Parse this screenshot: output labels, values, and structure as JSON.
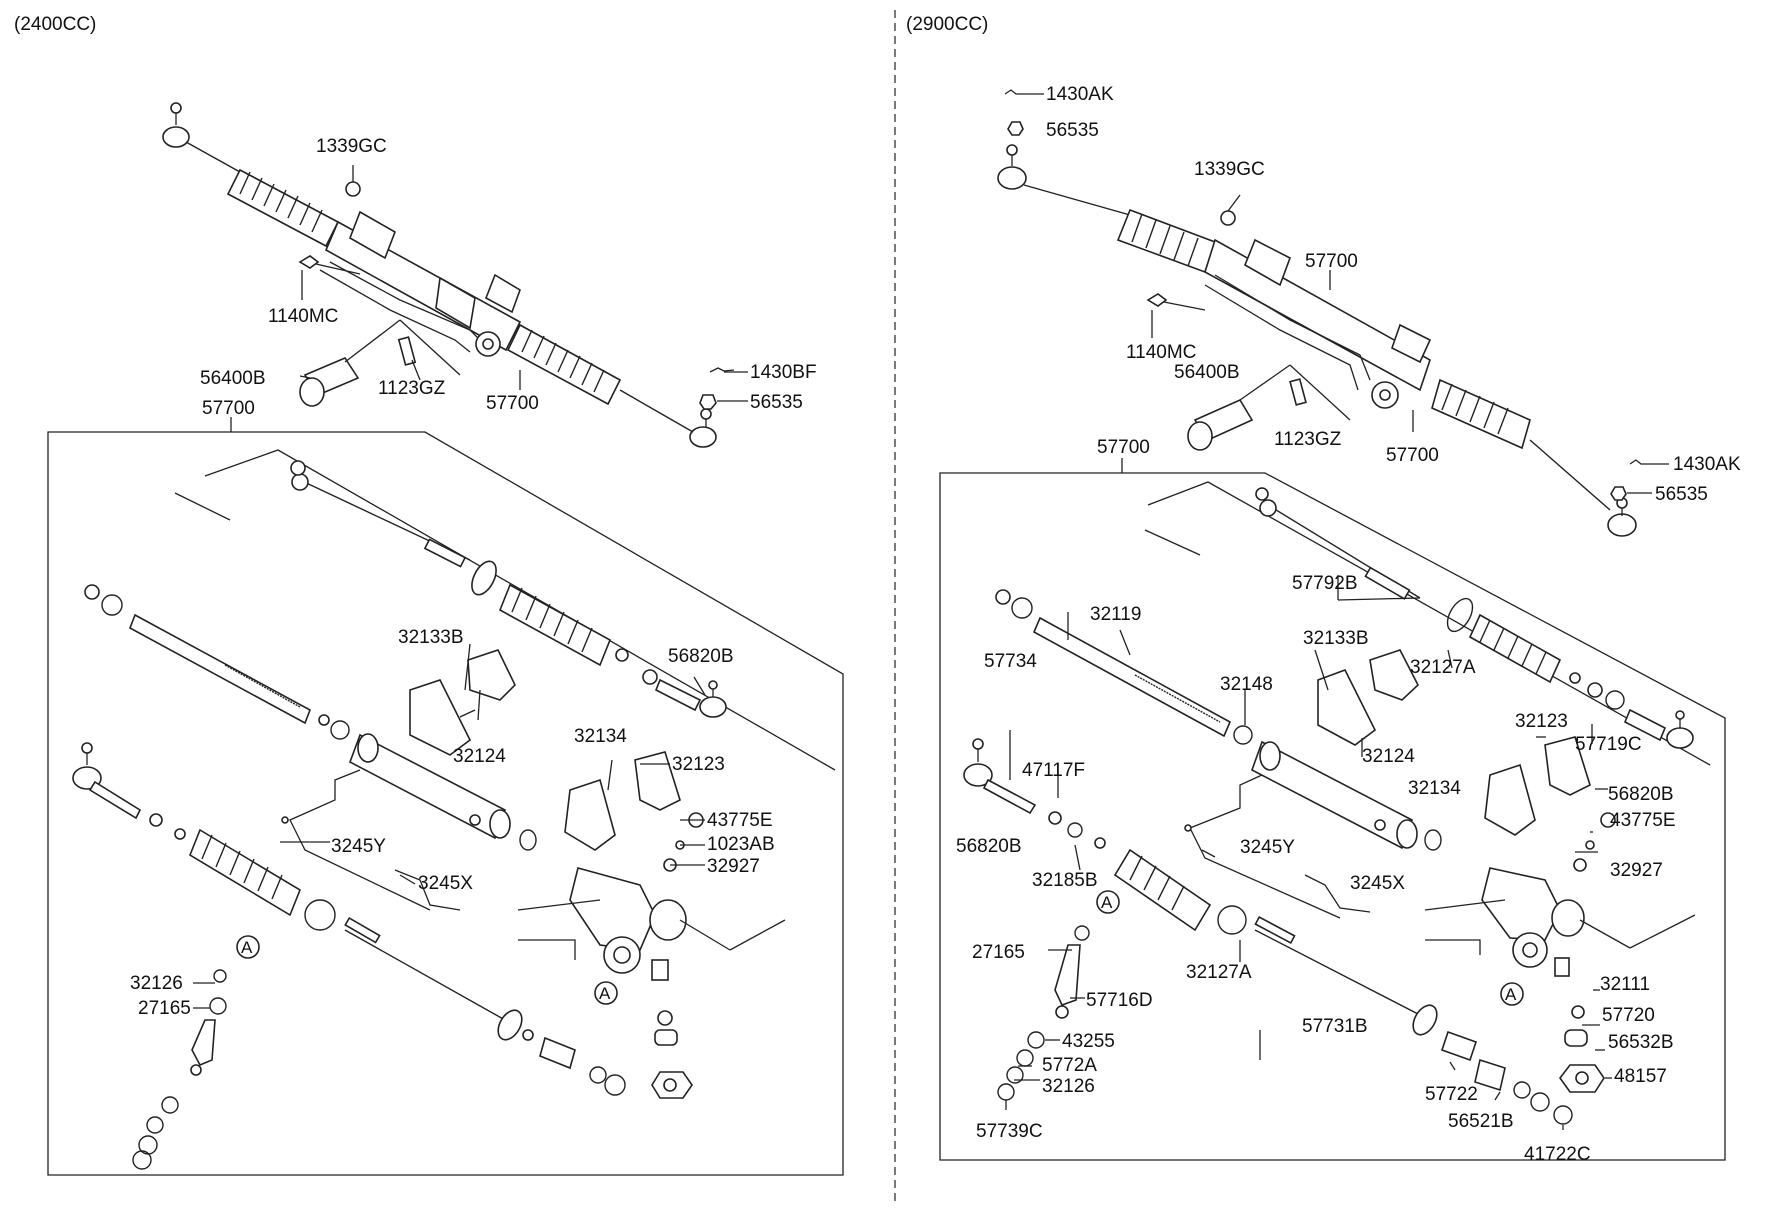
{
  "sections": [
    {
      "title": "(2400CC)"
    },
    {
      "title": "(2900CC)"
    }
  ],
  "labels": [
    "1339GC",
    "1140MC",
    "56400B",
    "1123GZ",
    "57700",
    "1430BF",
    "56535",
    "57700",
    "32133B",
    "56820B",
    "32124",
    "32134",
    "32123",
    "43775E",
    "1023AB",
    "32927",
    "3245Y",
    "3245X",
    "32126",
    "27165",
    "A",
    "A",
    "1430AK",
    "56535",
    "1339GC",
    "57700",
    "1140MC",
    "56400B",
    "1123GZ",
    "57700",
    "1430AK",
    "56535",
    "57700",
    "57792B",
    "32119",
    "57734",
    "32133B",
    "32148",
    "32127A",
    "32123",
    "57719C",
    "32124",
    "47117F",
    "32134",
    "56820B",
    "56820B",
    "43775E",
    "3245Y",
    "32185B",
    "32927",
    "3245X",
    "27165",
    "32127A",
    "32111",
    "57716D",
    "57720",
    "57731B",
    "43255",
    "56532B",
    "5772A",
    "32126",
    "48157",
    "57722",
    "57739C",
    "56521B",
    "41722C",
    "A",
    "A"
  ]
}
